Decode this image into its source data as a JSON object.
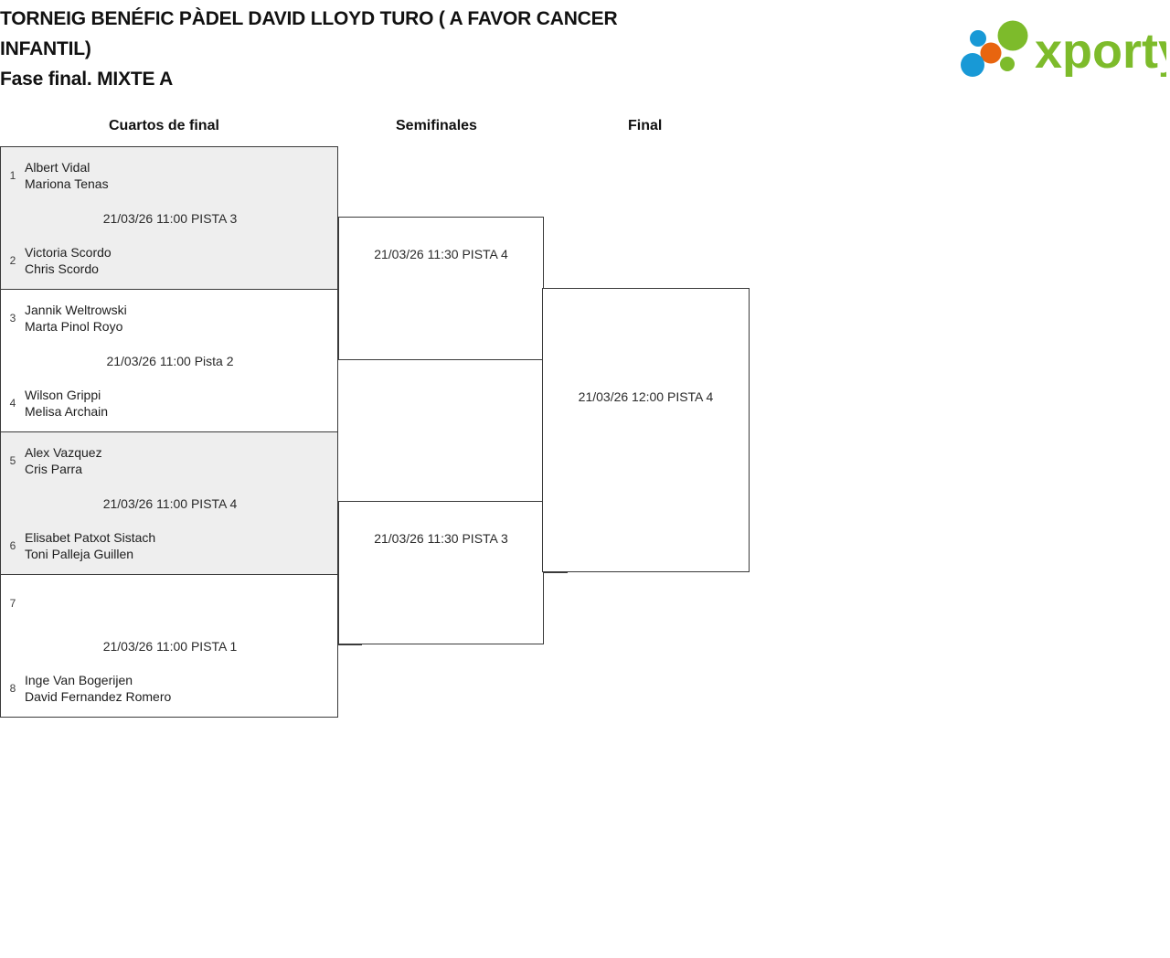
{
  "header": {
    "title_lines": [
      "TORNEIG BENÉFIC PÀDEL DAVID LLOYD TURO ( A FAVOR CANCER",
      "INFANTIL)",
      "Fase final. MIXTE A"
    ],
    "logo": {
      "name": "xporty-logo",
      "wordmark": "xporty",
      "colors": {
        "green": "#7DBB2B",
        "blue": "#1899D6",
        "orange": "#E8650F"
      }
    }
  },
  "rounds": [
    {
      "id": "quarterfinals",
      "label": "Cuartos de final"
    },
    {
      "id": "semifinals",
      "label": "Semifinales"
    },
    {
      "id": "final",
      "label": "Final"
    }
  ],
  "quarterfinals": [
    {
      "id": "qf-1",
      "shaded": true,
      "label": "21/03/26 11:00 PISTA 3",
      "teams": [
        {
          "seed": "1",
          "players": [
            "Albert Vidal",
            "Mariona Tenas"
          ]
        },
        {
          "seed": "2",
          "players": [
            "Victoria Scordo",
            "Chris Scordo"
          ]
        }
      ]
    },
    {
      "id": "qf-2",
      "shaded": false,
      "label": "21/03/26 11:00 Pista 2",
      "teams": [
        {
          "seed": "3",
          "players": [
            "Jannik Weltrowski",
            "Marta Pinol Royo"
          ]
        },
        {
          "seed": "4",
          "players": [
            "Wilson Grippi",
            "Melisa Archain"
          ]
        }
      ]
    },
    {
      "id": "qf-3",
      "shaded": true,
      "label": "21/03/26 11:00 PISTA 4",
      "teams": [
        {
          "seed": "5",
          "players": [
            "Alex Vazquez",
            "Cris Parra"
          ]
        },
        {
          "seed": "6",
          "players": [
            "Elisabet Patxot Sistach",
            "Toni Palleja Guillen"
          ]
        }
      ]
    },
    {
      "id": "qf-4",
      "shaded": false,
      "label": "21/03/26 11:00 PISTA 1",
      "teams": [
        {
          "seed": "7",
          "players": []
        },
        {
          "seed": "8",
          "players": [
            "Inge Van Bogerijen",
            "David Fernandez Romero"
          ]
        }
      ]
    }
  ],
  "semifinals": [
    {
      "id": "sf-1",
      "label": "21/03/26 11:30 PISTA 4"
    },
    {
      "id": "sf-2",
      "label": "21/03/26 11:30 PISTA 3"
    }
  ],
  "final": [
    {
      "id": "f-1",
      "label": "21/03/26 12:00 PISTA 4"
    }
  ]
}
